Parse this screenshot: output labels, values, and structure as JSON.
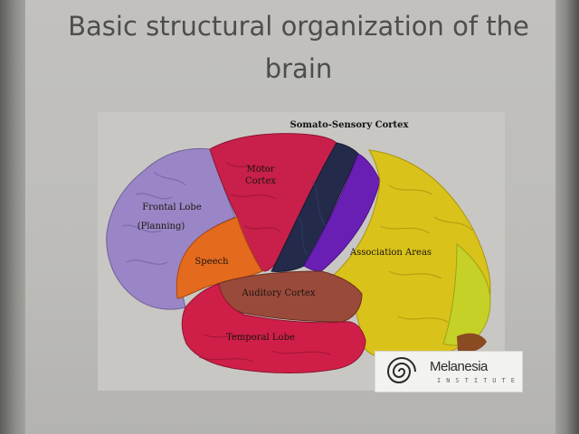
{
  "slide": {
    "title_line1": "Basic structural organization of the",
    "title_line2": "brain"
  },
  "figure": {
    "labels": {
      "somato_sensory": "Somato-Sensory Cortex",
      "motor_line1": "Motor",
      "motor_line2": "Cortex",
      "frontal_line1": "Frontal Lobe",
      "frontal_line2": "(Planning)",
      "speech": "Speech",
      "association": "Association Areas",
      "auditory": "Auditory Cortex",
      "temporal": "Temporal Lobe"
    },
    "colors": {
      "frontal": "#9a86c6",
      "motor": "#c8204a",
      "somato_dark": "#232a4a",
      "somato_purple": "#6a1fb4",
      "association": "#d9c21a",
      "association_light": "#c6d128",
      "speech": "#e46a1e",
      "auditory": "#9a4a3a",
      "temporal": "#cf1f48",
      "cerebellum": "#8a4a22"
    }
  },
  "watermark": {
    "name": "Melanesia",
    "subtitle": "INSTITUTE",
    "icon": "spiral-icon"
  }
}
